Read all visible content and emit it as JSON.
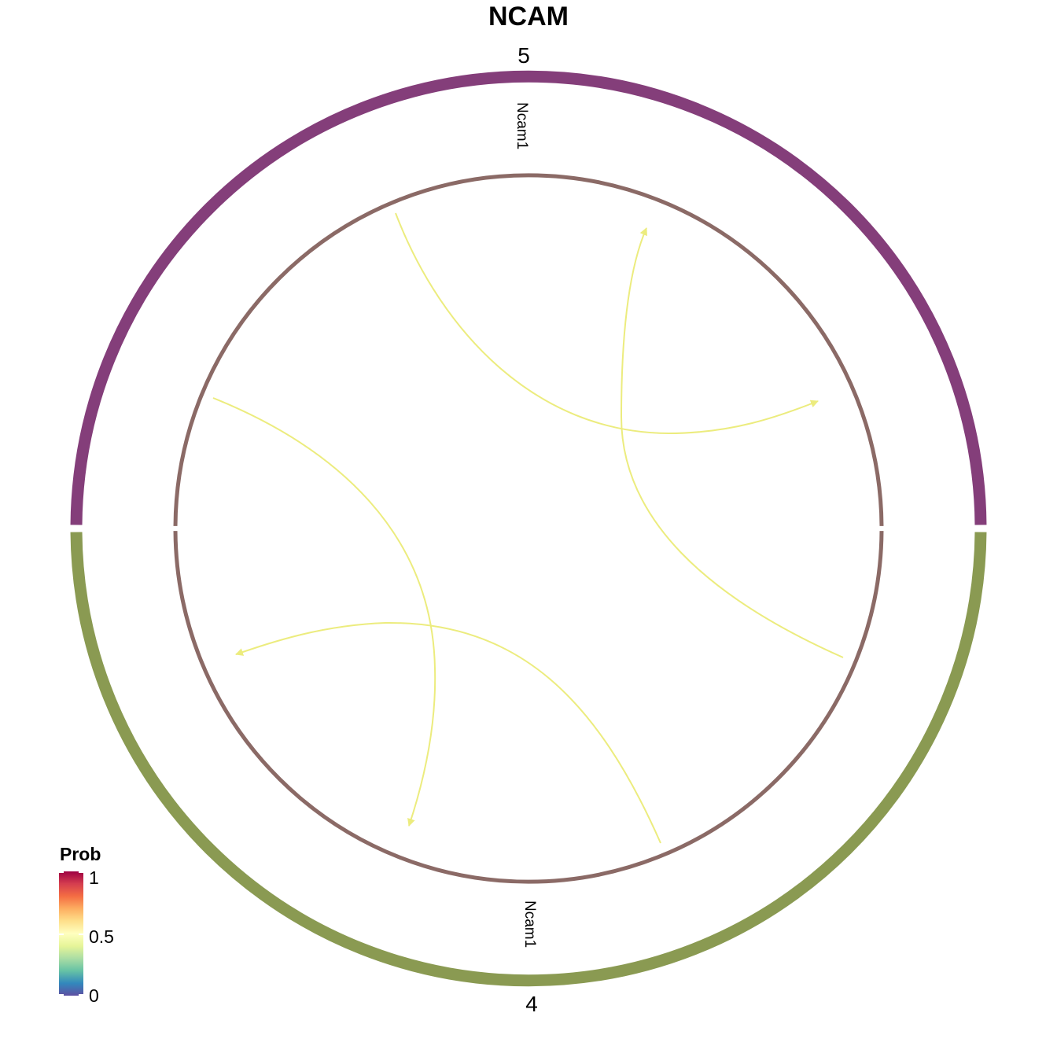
{
  "title": "NCAM",
  "sectors": [
    {
      "id": "5",
      "label": "5",
      "gene": "Ncam1",
      "color": "#843E7A",
      "half": "top"
    },
    {
      "id": "4",
      "label": "4",
      "gene": "Ncam1",
      "color": "#8A9A52",
      "half": "bottom"
    }
  ],
  "inner_track_color": "#8B6A66",
  "links": [
    {
      "from": "5",
      "to": "5",
      "prob": 0.5,
      "color": "#ECEC7E"
    },
    {
      "from": "4",
      "to": "5",
      "prob": 0.5,
      "color": "#ECEC7E"
    },
    {
      "from": "5",
      "to": "4",
      "prob": 0.5,
      "color": "#ECEC7E"
    },
    {
      "from": "4",
      "to": "4",
      "prob": 0.5,
      "color": "#ECEC7E"
    }
  ],
  "legend": {
    "title": "Prob",
    "ticks": [
      "1",
      "0.5",
      "0"
    ],
    "palette": [
      "#5E4FA2",
      "#3288BD",
      "#66C2A5",
      "#ABDDA4",
      "#E6F598",
      "#FFFFBF",
      "#FEE08B",
      "#FDAE61",
      "#F46D43",
      "#D53E4F",
      "#9E0142"
    ]
  }
}
